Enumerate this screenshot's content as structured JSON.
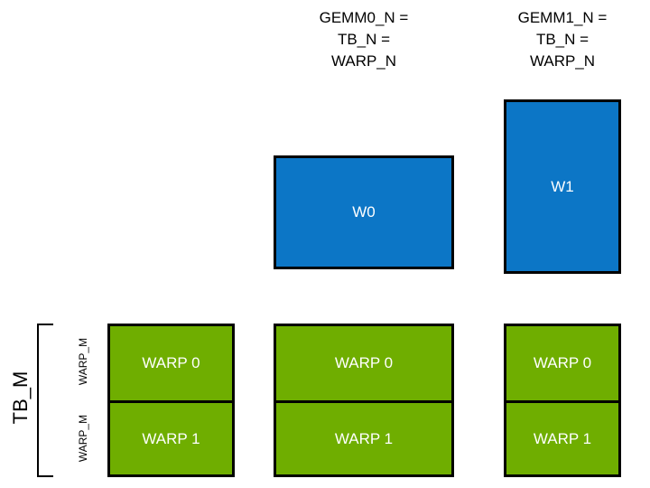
{
  "diagram": {
    "title_region": {
      "columns": [
        {
          "id": "gemm0",
          "caption": "GEMM0_N =\nTB_N =\nWARP_N"
        },
        {
          "id": "gemm1",
          "caption": "GEMM1_N =\nTB_N =\nWARP_N"
        }
      ]
    },
    "warp_tiles": [
      {
        "id": "w0",
        "label": "W0"
      },
      {
        "id": "w1",
        "label": "W1"
      }
    ],
    "warp_columns": [
      {
        "id": "col-0",
        "cells": [
          {
            "label": "WARP 0"
          },
          {
            "label": "WARP 1"
          }
        ]
      },
      {
        "id": "col-1",
        "cells": [
          {
            "label": "WARP 0"
          },
          {
            "label": "WARP 1"
          }
        ]
      },
      {
        "id": "col-2",
        "cells": [
          {
            "label": "WARP 0"
          },
          {
            "label": "WARP 1"
          }
        ]
      }
    ],
    "axis_labels": {
      "tb_m": "TB_M",
      "warp_m_top": "WARP_M",
      "warp_m_bottom": "WARP_M"
    },
    "colors": {
      "blue_fill": "#0c76c6",
      "green_fill": "#6fae00",
      "outline": "#000000",
      "box_text": "#ffffff",
      "caption_text": "#000000",
      "background": "#ffffff"
    }
  }
}
